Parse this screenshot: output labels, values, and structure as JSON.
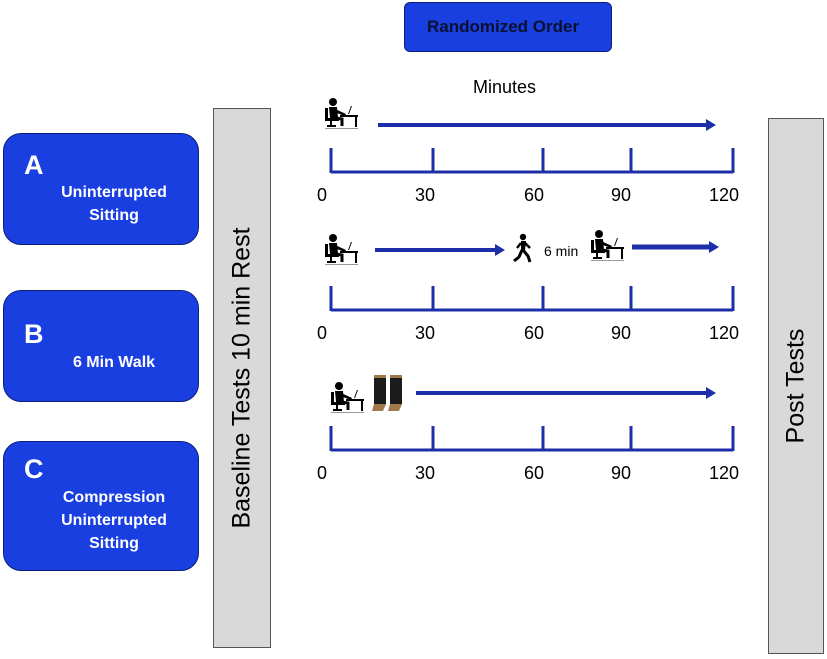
{
  "header": {
    "label": "Randomized Order"
  },
  "axis_label": "Minutes",
  "baseline": {
    "label": "Baseline Tests 10 min Rest"
  },
  "post": {
    "label": "Post Tests"
  },
  "conditions": [
    {
      "letter": "A",
      "lines": [
        "Uninterrupted",
        "Sitting"
      ]
    },
    {
      "letter": "B",
      "lines": [
        "6 Min Walk"
      ]
    },
    {
      "letter": "C",
      "lines": [
        "Compression",
        "Uninterrupted",
        "Sitting"
      ]
    }
  ],
  "timeline": {
    "ticks": [
      "0",
      "30",
      "60",
      "90",
      "120"
    ],
    "walk_label": "6 min"
  },
  "colors": {
    "box_fill": "#1a3fe0",
    "arrow": "#1c2fa8",
    "axis": "#1c2fa8",
    "bar_fill": "#d9d9d9"
  },
  "icons": [
    "person-at-desk-icon",
    "walking-person-icon",
    "compression-socks-icon"
  ]
}
